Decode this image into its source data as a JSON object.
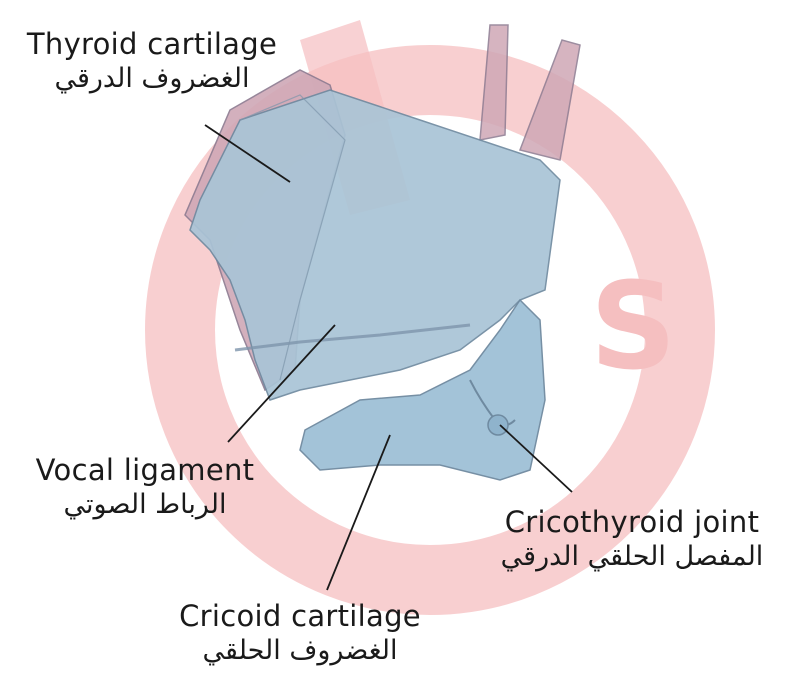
{
  "colors": {
    "watermark": "#f4b4b6",
    "thyroid_front": "#a9c4d6",
    "thyroid_back": "#cfa8b6",
    "cricoid": "#9fc0d6",
    "leader_line": "#1a1a1a",
    "text": "#1a1a1a"
  },
  "labels": {
    "thyroid_cartilage": {
      "en": "Thyroid cartilage",
      "ar": "الغضروف الدرقي"
    },
    "vocal_ligament": {
      "en": "Vocal ligament",
      "ar": "الرباط الصوتي"
    },
    "cricothyroid_joint": {
      "en": "Cricothyroid joint",
      "ar": "المفصل الحلقي الدرقي"
    },
    "cricoid_cartilage": {
      "en": "Cricoid cartilage",
      "ar": "الغضروف الحلقي"
    }
  }
}
